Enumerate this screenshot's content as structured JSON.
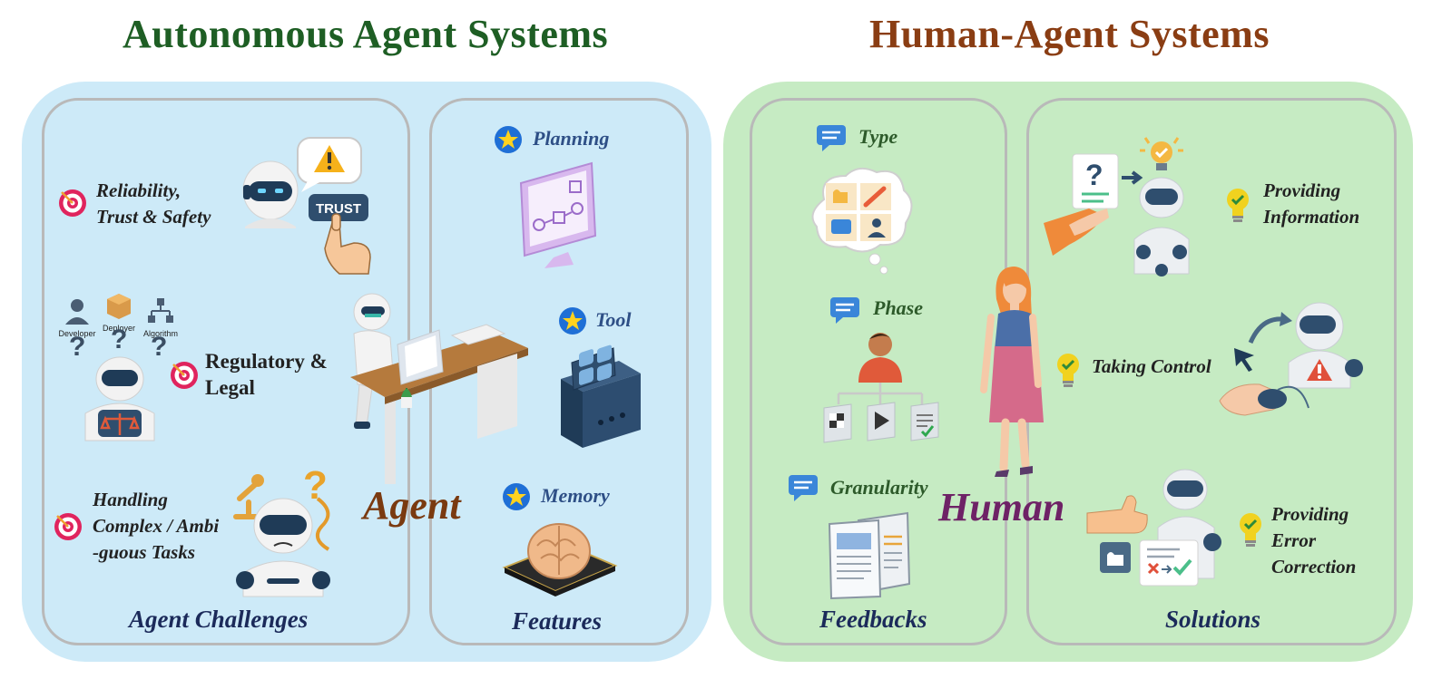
{
  "titles": {
    "left": "Autonomous Agent Systems",
    "right": "Human-Agent Systems"
  },
  "challenges": {
    "item1": {
      "line1": "Reliability,",
      "line2": "Trust & Safety"
    },
    "item2": {
      "line1": "Regulatory &",
      "line2": "Legal"
    },
    "item3": {
      "line1": "Handling",
      "line2": "Complex / Ambi",
      "line3": "-guous Tasks"
    },
    "trust_sign": "TRUST",
    "roles": [
      "Developer",
      "Deployer",
      "Algorithm"
    ],
    "footer": "Agent Challenges"
  },
  "features": {
    "planning": "Planning",
    "tool": "Tool",
    "memory": "Memory",
    "footer": "Features"
  },
  "center": {
    "agent": "Agent",
    "human": "Human"
  },
  "feedbacks": {
    "type": "Type",
    "phase": "Phase",
    "granularity": "Granularity",
    "footer": "Feedbacks"
  },
  "solutions": {
    "providing_information": {
      "line1": "Providing",
      "line2": "Information"
    },
    "taking_control": "Taking Control",
    "providing_error_correction": {
      "line1": "Providing",
      "line2": "Error",
      "line3": "Correction"
    },
    "footer": "Solutions"
  },
  "colors": {
    "left_title": "#1e5e24",
    "right_title": "#8a3d13",
    "left_panel": "#cdeaf8",
    "right_panel": "#c6ebc3",
    "agent_text": "#7a3a10",
    "human_text": "#6e2266",
    "target_red": "#e0245e",
    "star_blue": "#1f6fd6",
    "bulb_yellow": "#f1d21f"
  }
}
